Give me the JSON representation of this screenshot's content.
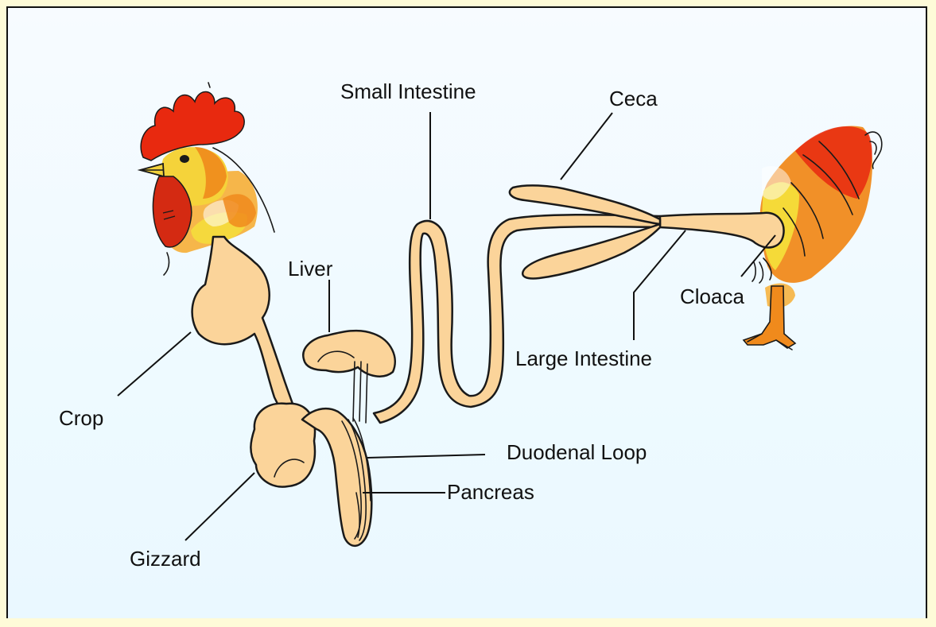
{
  "labels": {
    "small_intestine": "Small Intestine",
    "ceca": "Ceca",
    "liver": "Liver",
    "crop": "Crop",
    "cloaca": "Cloaca",
    "large_intestine": "Large Intestine",
    "duodenal_loop": "Duodenal Loop",
    "pancreas": "Pancreas",
    "gizzard": "Gizzard"
  },
  "colors": {
    "background": "#fefbd8",
    "panel": "#f2faff",
    "tract_fill": "#fbd49a",
    "comb_red": "#e8290f",
    "feather_orange": "#f59a1e",
    "feather_yellow": "#f5e23a",
    "wattle_red": "#d42a12",
    "leg_orange": "#f08a1c",
    "beak_yellow": "#f2d23c"
  },
  "icons": [
    "rooster-head",
    "rooster-rear"
  ]
}
